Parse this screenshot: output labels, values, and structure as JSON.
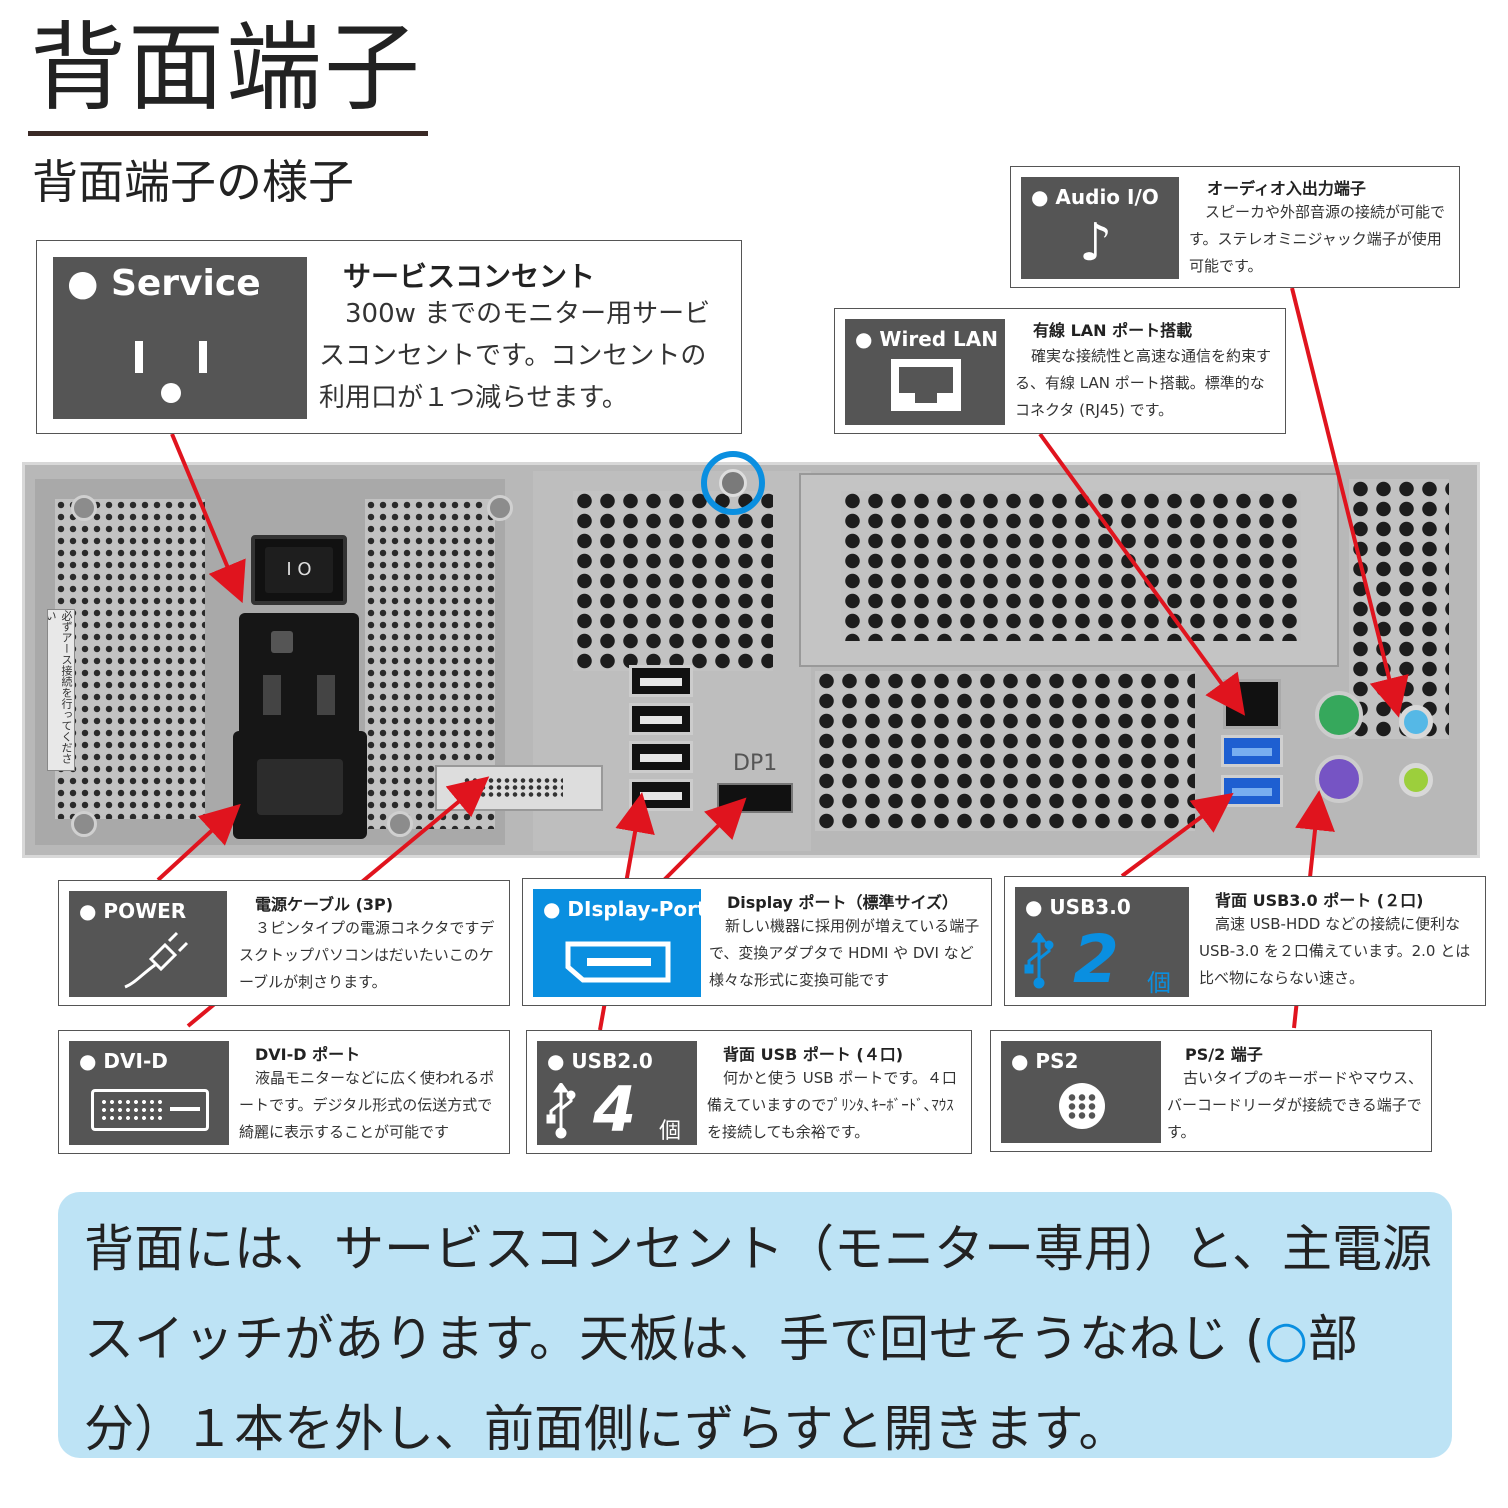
{
  "page_title": "背面端子",
  "page_subtitle": "背面端子の様子",
  "callouts": {
    "service": {
      "badge": "Service",
      "heading": "サービスコンセント",
      "body": "300w までのモニター用サービスコンセントです。コンセントの利用口が１つ減らせます。",
      "icon": "outlet-icon"
    },
    "audio": {
      "badge": "Audio I/O",
      "heading": "オーディオ入出力端子",
      "body": "スピーカや外部音源の接続が可能です。ステレオミニジャック端子が使用可能です。",
      "icon": "music-note-icon",
      "icon_glyph": "♪"
    },
    "lan": {
      "badge": "Wired LAN",
      "heading": "有線 LAN ポート搭載",
      "body": "確実な接続性と高速な通信を約束する、有線 LAN ポート搭載。標準的なコネクタ (RJ45) です。",
      "icon": "ethernet-port-icon"
    },
    "power": {
      "badge": "POWER",
      "heading": "電源ケーブル (3P)",
      "body": "３ピンタイプの電源コネクタですデスクトップパソコンはだいたいこのケーブルが刺さります。",
      "icon": "power-plug-icon"
    },
    "displayport": {
      "badge": "DIsplay-Port",
      "heading": "Display ポート（標準サイズ）",
      "body": "新しい機器に採用例が増えている端子で、変換アダプタで HDMI や DVI など様々な形式に変換可能です",
      "icon": "displayport-icon"
    },
    "usb3": {
      "badge": "USB3.0",
      "heading": "背面 USB3.0 ポート (２口)",
      "body": "高速 USB-HDD などの接続に便利な USB-3.0 を２口備えています。2.0 とは比べ物にならない速さ。",
      "count": "2",
      "unit": "個",
      "icon": "usb-icon"
    },
    "dvi": {
      "badge": "DVI-D",
      "heading": "DVI-D ポート",
      "body": "液晶モニターなどに広く使われるポートです。デジタル形式の伝送方式で綺麗に表示することが可能です",
      "icon": "dvi-connector-icon"
    },
    "usb2": {
      "badge": "USB2.0",
      "heading": "背面 USB ポート (４口)",
      "body": "何かと使う USB ポートです。４口備えていますのでﾌﾟﾘﾝﾀ､ｷｰﾎﾞｰﾄﾞ､ﾏｳｽを接続しても余裕です。",
      "count": "4",
      "unit": "個",
      "icon": "usb-icon"
    },
    "ps2": {
      "badge": "PS2",
      "heading": "PS/2 端子",
      "body": "古いタイプのキーボードやマウス、バーコードリーダが接続できる端子です。",
      "icon": "ps2-port-icon"
    }
  },
  "panel": {
    "dp_label": "DP1",
    "switch_label": "I  O",
    "sticker_text": "必ずアース接続を行ってください"
  },
  "note": {
    "text_before": "背面には、サービスコンセント（モニター専用）と、主電源スイッチがあります。天板は、手で回せそうなねじ (",
    "circle": "○",
    "text_after": "部分）１本を外し、前面側にずらすと開きます。"
  },
  "colors": {
    "arrow": "#e0141e",
    "accent_blue": "#0a8fe0",
    "badge_gray": "#555555",
    "note_bg": "#bde3f5"
  }
}
